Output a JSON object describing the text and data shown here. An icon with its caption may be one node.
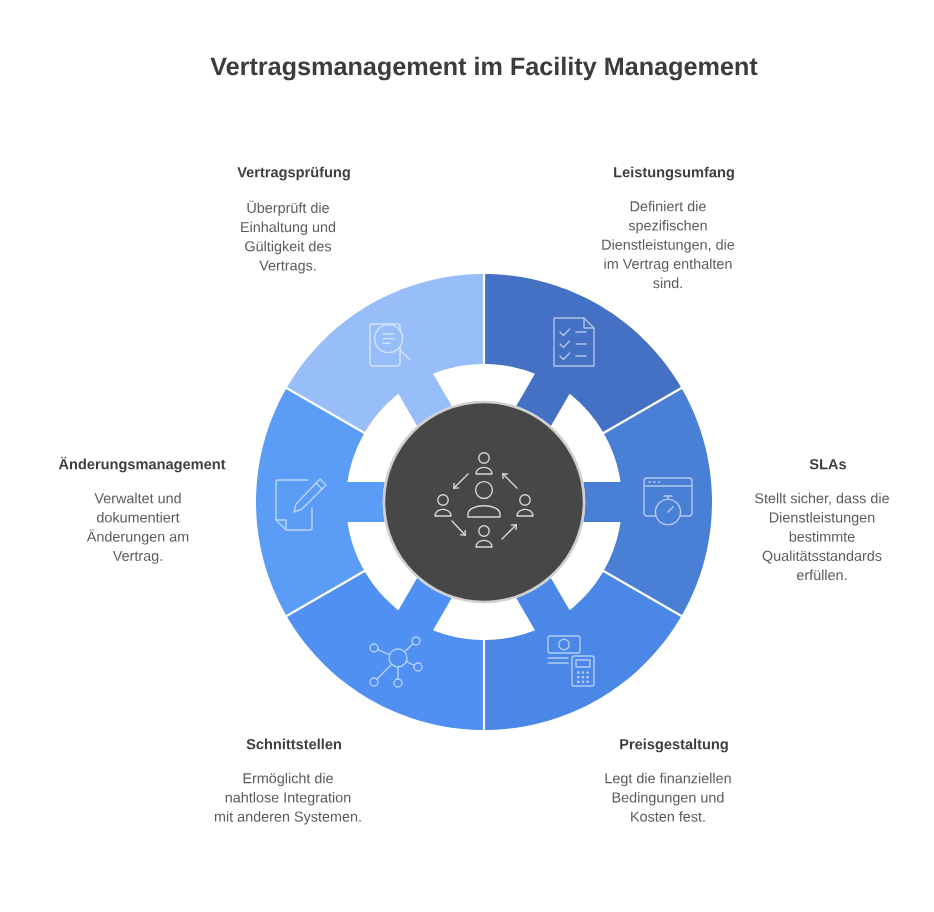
{
  "diagram": {
    "title": "Vertragsmanagement im Facility Management",
    "nodes": [
      {
        "text": [],
        "shape": "segment",
        "beside": [
          "Vertragsprüfung",
          "Überprüft die Einhaltung und Gültigkeit des Vertrags."
        ]
      },
      {
        "text": [],
        "shape": "segment",
        "beside": [
          "Leistungsumfang",
          "Definiert die spezifischen Dienstleistungen, die im Vertrag enthalten sind."
        ]
      },
      {
        "text": [],
        "shape": "segment",
        "beside": [
          "SLAs",
          "Stellt sicher, dass die Dienstleistungen bestimmte Qualitätsstandards erfüllen."
        ]
      },
      {
        "text": [],
        "shape": "segment",
        "beside": [
          "Preisgestaltung",
          "Legt die finanziellen Bedingungen und Kosten fest."
        ]
      },
      {
        "text": [],
        "shape": "segment",
        "beside": [
          "Schnittstellen",
          "Ermöglicht die nahtlose Integration mit anderen Systemen."
        ]
      },
      {
        "text": [],
        "shape": "segment",
        "beside": [
          "Änderungsmanagement",
          "Verwaltet und dokumentiert Änderungen am Vertrag."
        ]
      },
      {
        "text": [],
        "shape": "circle"
      }
    ]
  }
}
